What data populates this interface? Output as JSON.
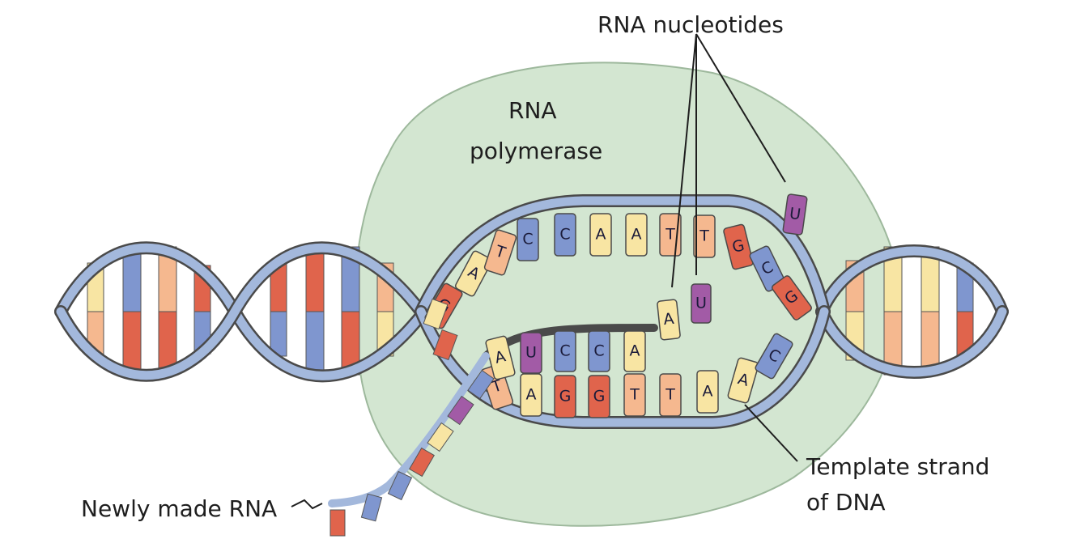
{
  "labels": {
    "rna_nucleotides": "RNA nucleotides",
    "polymerase_line1": "RNA",
    "polymerase_line2": "polymerase",
    "newly_made_rna": "Newly made RNA",
    "template_line1": "Template strand",
    "template_line2": "of DNA"
  },
  "upper_strand_bases": [
    "G",
    "A",
    "T",
    "C",
    "C",
    "A",
    "A",
    "T",
    "T",
    "G",
    "C",
    "G"
  ],
  "template_strand_bases": [
    "T",
    "A",
    "G",
    "G",
    "T",
    "T",
    "A",
    "A",
    "C"
  ],
  "rna_bases": [
    "A",
    "U",
    "C",
    "C",
    "A"
  ],
  "free_nucleotides": [
    "A",
    "U",
    "U"
  ],
  "colors": {
    "polymerase": "#d3e6d1",
    "backbone": "#a3b8dc",
    "A": "#f8e5a3",
    "T": "#f5b88f",
    "U": "#a25ba6",
    "G": "#e0644c",
    "C": "#7f96cf"
  }
}
